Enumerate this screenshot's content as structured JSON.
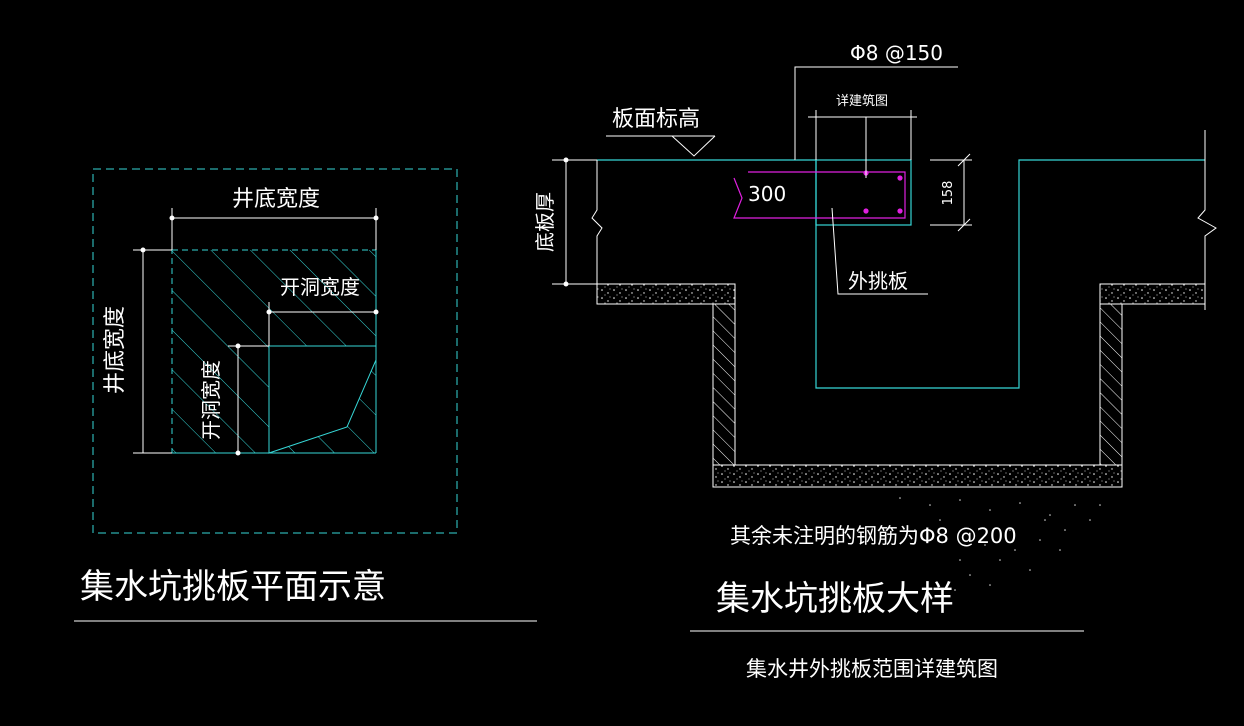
{
  "plan": {
    "well_bottom_width_h": "井底宽度",
    "well_bottom_width_v": "井底宽度",
    "opening_width_h": "开洞宽度",
    "opening_width_v": "开洞宽度",
    "title": "集水坑挑板平面示意"
  },
  "section": {
    "rebar_top": "Φ8 @150",
    "see_architectural": "详建筑图",
    "slab_elevation": "板面标高",
    "slab_thickness": "底板厚",
    "dim_300": "300",
    "dim_158": "158",
    "outer_cantilever": "外挑板",
    "note": "其余未注明的钢筋为Φ8 @200",
    "title": "集水坑挑板大样",
    "subtitle": "集水井外挑板范围详建筑图"
  },
  "colors": {
    "cyan": "#36d6d6",
    "magenta": "#e020e0",
    "white": "#ffffff",
    "background": "#000000"
  }
}
